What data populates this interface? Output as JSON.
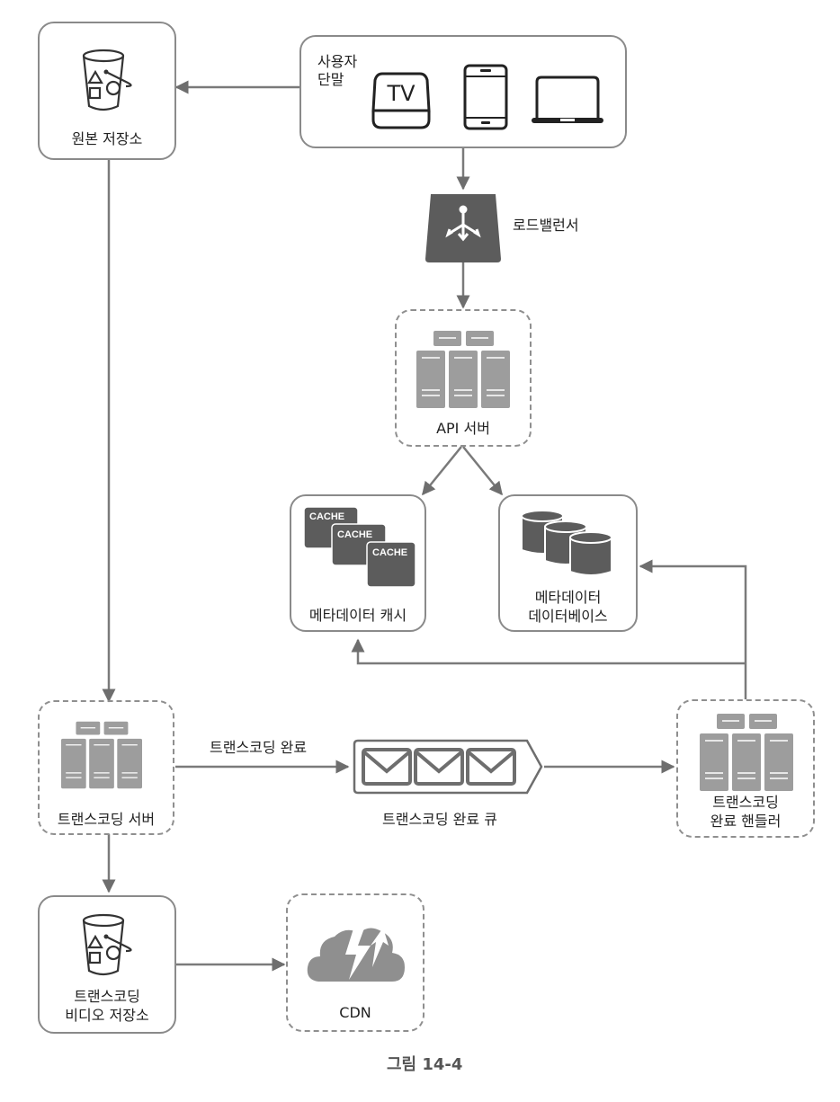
{
  "diagram": {
    "caption": "그림 14-4",
    "nodes": {
      "original_storage": {
        "label": "원본 저장소",
        "icon": "s3-bucket-icon"
      },
      "user_devices": {
        "label_line1": "사용자",
        "label_line2": "단말",
        "icons": [
          "tv-icon",
          "phone-icon",
          "laptop-icon"
        ],
        "tv_text": "TV"
      },
      "load_balancer": {
        "label": "로드밸런서",
        "icon": "load-balancer-icon"
      },
      "api_server": {
        "label": "API 서버",
        "icon": "server-cluster-icon"
      },
      "metadata_cache": {
        "label": "메타데이터 캐시",
        "icon": "cache-icon",
        "cache_text": "CACHE"
      },
      "metadata_db": {
        "label_line1": "메타데이터",
        "label_line2": "데이터베이스",
        "icon": "database-icon"
      },
      "transcoding_server": {
        "label": "트랜스코딩 서버",
        "icon": "server-cluster-icon"
      },
      "completion_queue": {
        "label": "트랜스코딩 완료 큐",
        "icon": "message-queue-icon"
      },
      "completion_handler": {
        "label_line1": "트랜스코딩",
        "label_line2": "완료 핸들러",
        "icon": "server-cluster-icon"
      },
      "transcoded_storage": {
        "label_line1": "트랜스코딩",
        "label_line2": "비디오 저장소",
        "icon": "s3-bucket-icon"
      },
      "cdn": {
        "label": "CDN",
        "icon": "cloud-lightning-icon"
      }
    },
    "edges": [
      {
        "from": "user_devices",
        "to": "original_storage"
      },
      {
        "from": "user_devices",
        "to": "load_balancer"
      },
      {
        "from": "load_balancer",
        "to": "api_server"
      },
      {
        "from": "api_server",
        "to": "metadata_cache"
      },
      {
        "from": "api_server",
        "to": "metadata_db"
      },
      {
        "from": "original_storage",
        "to": "transcoding_server"
      },
      {
        "from": "transcoding_server",
        "to": "completion_queue",
        "label": "트랜스코딩 완료"
      },
      {
        "from": "completion_queue",
        "to": "completion_handler"
      },
      {
        "from": "completion_handler",
        "to": "metadata_db"
      },
      {
        "from": "completion_handler",
        "to": "metadata_cache"
      },
      {
        "from": "transcoding_server",
        "to": "transcoded_storage"
      },
      {
        "from": "transcoded_storage",
        "to": "cdn"
      }
    ]
  }
}
